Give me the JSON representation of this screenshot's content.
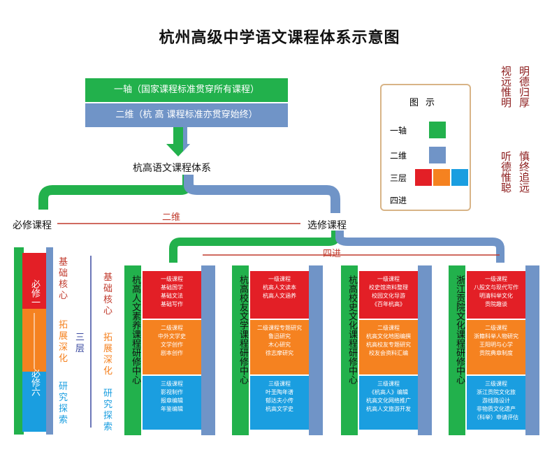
{
  "title": "杭州高级中学语文课程体系示意图",
  "axis_bar": "一轴（国家课程标准贯穿所有课程）",
  "dimension_bar": "二维（杭 高 课程标准亦贯穿始终）",
  "system_label": "杭高语文课程体系",
  "required_label": "必修课程",
  "elective_label": "选修课程",
  "line_label_two": "二维",
  "line_label_four": "四进",
  "legend": {
    "title": "图示",
    "one_axis": "一轴",
    "two_dim": "二维",
    "three_layer": "三层",
    "four_advance": "四进"
  },
  "motto": [
    "视远惟明",
    "明德归厚",
    "听德惟聪",
    "慎终追远"
  ],
  "required_column": {
    "top": "必修一",
    "bottom": "必修六"
  },
  "layers": {
    "basic": "基础核心",
    "expand": "拓展深化",
    "research": "研究探索",
    "three_layers": "三层"
  },
  "colors": {
    "green": "#22b14c",
    "blue": "#7094c7",
    "red": "#e31f26",
    "orange": "#f58220",
    "sky": "#1a9ee0"
  },
  "cards": [
    {
      "title": "杭高人文素养课程研修中心",
      "red": [
        "一级课程",
        "基础国学",
        "基础文法",
        "基础写作"
      ],
      "orange": [
        "二级课程",
        "中外文学史",
        "文学创作",
        "剧本创作"
      ],
      "sky": [
        "三级课程",
        "影视制作",
        "报章编辑",
        "年鉴编辑"
      ]
    },
    {
      "title": "杭高校友文学课程研修中心",
      "red": [
        "一级课程",
        "杭高人文读本",
        "杭高人文涵养"
      ],
      "orange": [
        "二级课程专题研究",
        "鲁迅研究",
        "木心研究",
        "徐志摩研究"
      ],
      "sky": [
        "三级课程",
        "叶圣陶年谱",
        "郁达夫小传",
        "杭高文学史"
      ]
    },
    {
      "title": "杭高校史文化课程研修中心",
      "red": [
        "一级课程",
        "校史馆资料整理",
        "校园文化导游",
        "《百年杭高》"
      ],
      "orange": [
        "二级课程",
        "杭高文化地图编撰",
        "杭高校友专题研究",
        "校友会资料汇编"
      ],
      "sky": [
        "三级课程",
        "《杭高人》编辑",
        "杭高文化网络推广",
        "杭高人文旅游开发"
      ]
    },
    {
      "title": "浙江贡院文化课程研修中心",
      "red": [
        "一级课程",
        "八股文与现代写作",
        "明清科举文化",
        "贡院趣谈"
      ],
      "orange": [
        "二级课程",
        "浙籍科举人物研究",
        "王阳明与心学",
        "贡院典章制度"
      ],
      "sky": [
        "三级课程",
        "浙江贡院文化旅",
        "游线路设计",
        "非物质文化遗产",
        "（科举）申请评估"
      ]
    }
  ]
}
